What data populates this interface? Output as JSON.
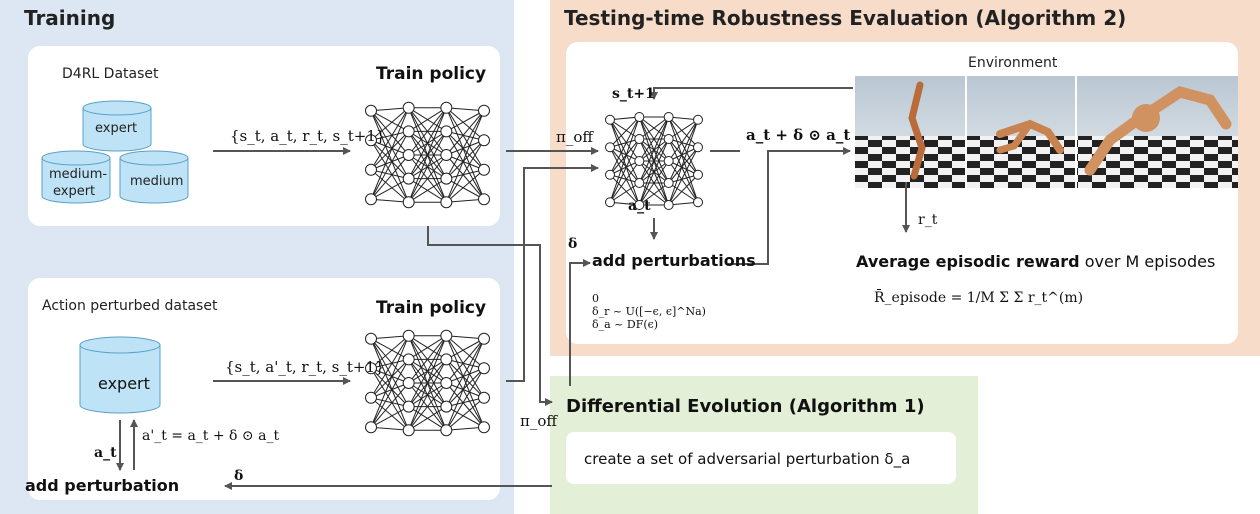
{
  "training": {
    "title": "Training",
    "d4rl_label": "D4RL Dataset",
    "train_policy_1": "Train policy",
    "train_policy_2": "Train policy",
    "datasets": [
      "expert",
      "medium-",
      "expert",
      "medium"
    ],
    "tuple_1": "{s_t, a_t, r_t, s_t+1}",
    "action_perturbed_label": "Action perturbed dataset",
    "expert_label": "expert",
    "tuple_2": "{s_t, a'_t, r_t, s_t+1}",
    "a_t": "a_t",
    "a_prime_eq": "a'_t = a_t + δ ⊙ a_t",
    "add_perturbation": "add perturbation",
    "delta": "δ",
    "pi_off": "π_off"
  },
  "testing": {
    "title": "Testing-time Robustness Evaluation (Algorithm 2)",
    "environment_label": "Environment",
    "s_next": "s_t+1",
    "pi_off": "π_off",
    "a_plus": "a_t + δ ⊙ a_t",
    "a_t": "a_t",
    "delta": "δ",
    "add_perturbations": "add perturbations",
    "r_t": "r_t",
    "avg_reward_bold": "Average episodic reward",
    "avg_reward_rest": " over M episodes",
    "delta_cases": [
      "0",
      "δ_r ~ U([−ϵ, ϵ]^Na)",
      "δ_a ~ DF(ϵ)"
    ],
    "reward_formula": "R̄_episode = 1/M Σ Σ r_t^(m)"
  },
  "de": {
    "title": "Differential Evolution (Algorithm 1)",
    "body_text": "create a  set of adversarial perturbation δ_a"
  },
  "colors": {
    "training_bg": "#dce7f3",
    "testing_bg": "#f8dcca",
    "de_bg": "#e3efd7",
    "cylinder": "#bfe3f6",
    "accent_red": "#c00000"
  }
}
